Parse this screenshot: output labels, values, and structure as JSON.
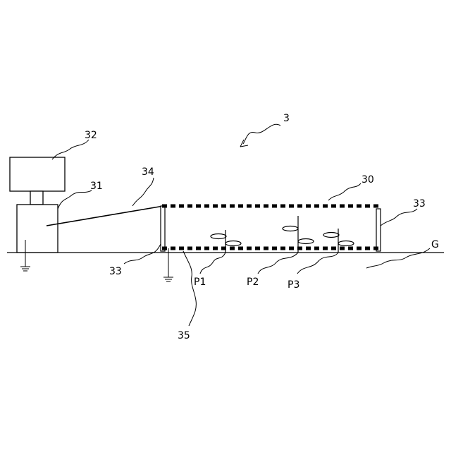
{
  "labels": {
    "system": "3",
    "display": "32",
    "controller": "31",
    "cable": "34",
    "fence": "30",
    "post_left": "33",
    "post_right": "33",
    "ground": "G",
    "plant1": "P1",
    "plant2": "P2",
    "plant3": "P3",
    "bottom_wire": "35"
  },
  "colors": {
    "ink": "#000000",
    "paper": "#ffffff"
  }
}
